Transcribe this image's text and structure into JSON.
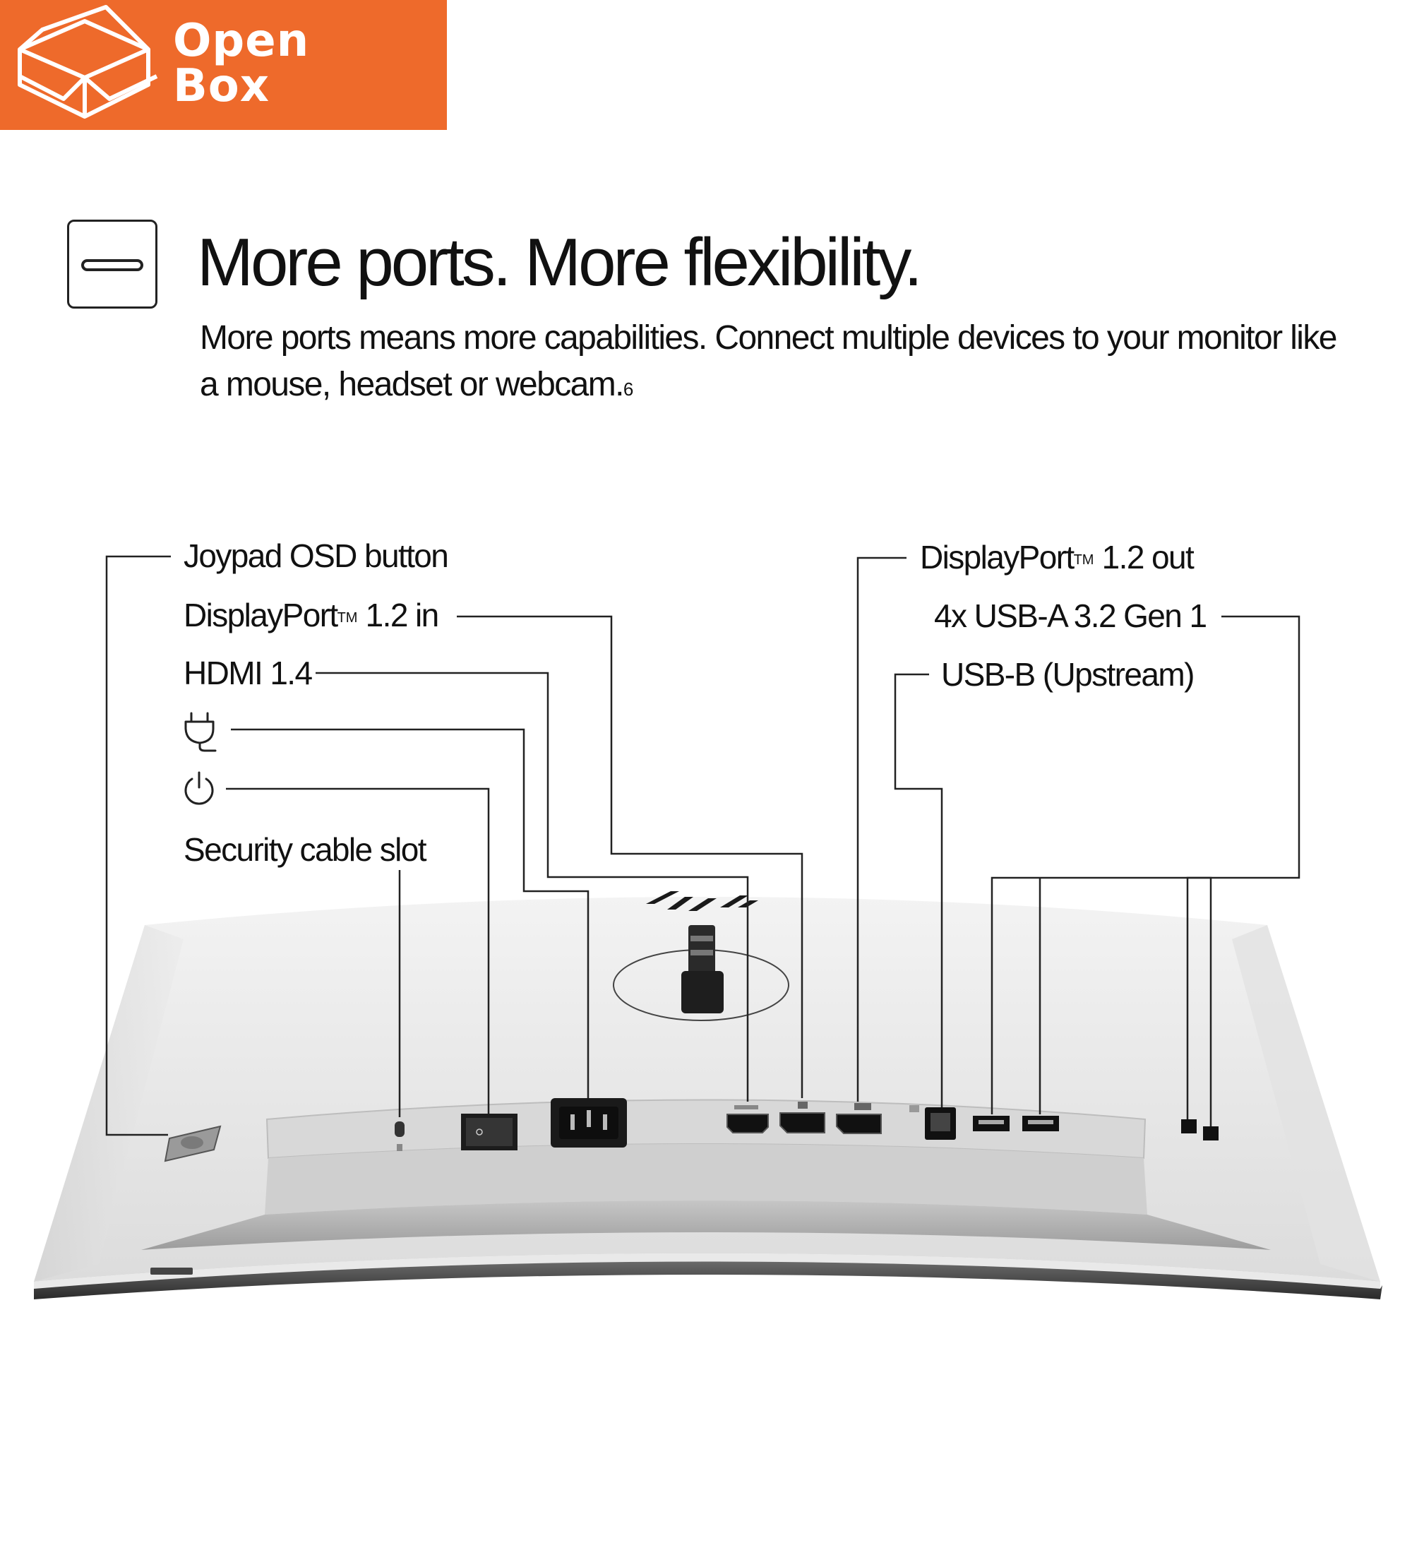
{
  "badge": {
    "line1": "Open",
    "line2": "Box",
    "color": "#ee6a2b"
  },
  "header": {
    "title": "More ports. More flexibility.",
    "subtitle": "More ports means more capabilities. Connect multiple devices to your monitor like a mouse, headset or webcam.",
    "footnote": "6"
  },
  "icons": {
    "header": "usb-c-port-icon",
    "power_plug": "power-plug-icon",
    "power_button": "power-button-icon"
  },
  "callouts": {
    "joypad": "Joypad OSD button",
    "dp_in": "DisplayPort",
    "dp_in_suffix": "1.2 in",
    "hdmi": "HDMI 1.4",
    "security": "Security cable slot",
    "dp_out": "DisplayPort",
    "dp_out_suffix": "1.2 out",
    "usb_a": "4x USB-A 3.2 Gen 1",
    "usb_b": "USB-B (Upstream)",
    "tm": "TM"
  }
}
